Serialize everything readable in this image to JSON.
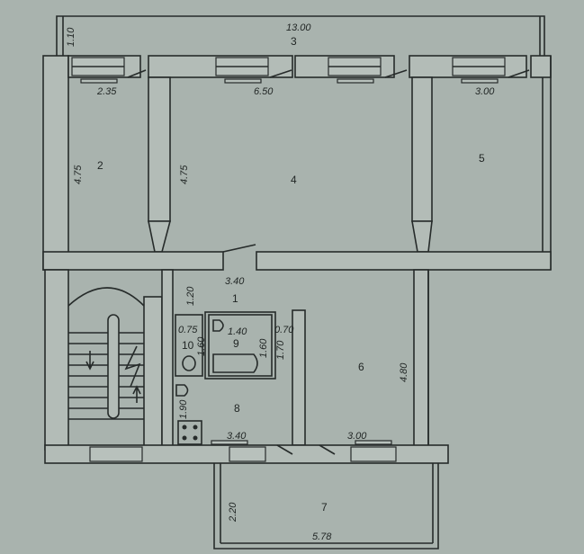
{
  "plan": {
    "rooms": {
      "r1": "1",
      "r2": "2",
      "r3": "3",
      "r4": "4",
      "r5": "5",
      "r6": "6",
      "r7": "7",
      "r8": "8",
      "r9": "9",
      "r10": "10"
    },
    "dimensions": {
      "balcony3_length": "13.00",
      "balcony3_depth": "1.10",
      "room2_width": "2.35",
      "room2_depth": "4.75",
      "room4_width": "6.50",
      "room4_depth": "4.75",
      "room5_width": "3.00",
      "room1_width": "3.40",
      "room1_depth": "1.20",
      "room10_width": "0.75",
      "room10_depth": "1.60",
      "room9_width": "1.40",
      "room9_depth": "1.60",
      "closet_width": "0.70",
      "closet_depth": "1.70",
      "room8_depth": "1.90",
      "room8_width": "3.40",
      "room6_width": "3.00",
      "room6_depth": "4.80",
      "balcony7_depth": "2.20",
      "balcony7_length": "5.78"
    },
    "colors": {
      "background": "#a9b3ae",
      "lines": "#262b2a"
    }
  }
}
